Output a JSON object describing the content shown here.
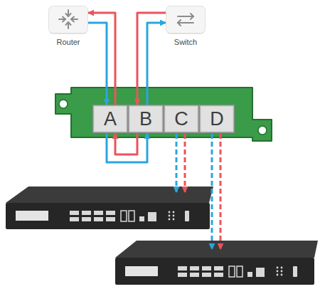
{
  "diagram": {
    "nodes": [
      {
        "text": [
          "Router"
        ]
      },
      {
        "text": [
          "Switch"
        ]
      },
      {
        "text": [
          "A"
        ]
      },
      {
        "text": [
          "B"
        ]
      },
      {
        "text": [
          "C"
        ]
      },
      {
        "text": [
          "D"
        ]
      }
    ],
    "edges": [
      {
        "from": 0,
        "to": 2,
        "arrow": "to"
      },
      {
        "from": 2,
        "to": 0,
        "arrow": "to"
      },
      {
        "from": 1,
        "to": 3,
        "arrow": "to"
      },
      {
        "from": 3,
        "to": 1,
        "arrow": "to"
      },
      {
        "from": 2,
        "to": 3,
        "arrow": "to"
      },
      {
        "from": 3,
        "to": 2,
        "arrow": "to"
      }
    ]
  }
}
